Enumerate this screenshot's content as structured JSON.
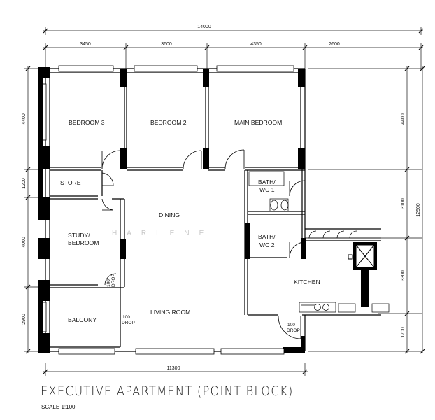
{
  "plan": {
    "title": "EXECUTIVE APARTMENT (POINT BLOCK)",
    "scale": "SCALE 1:100",
    "watermark": "HARLENE"
  },
  "rooms": {
    "bedroom3": "BEDROOM 3",
    "bedroom2": "BEDROOM 2",
    "main_bedroom": "MAIN BEDROOM",
    "store": "STORE",
    "dining": "DINING",
    "bath1": [
      "BATH/",
      "WC 1"
    ],
    "bath2": [
      "BATH/",
      "WC 2"
    ],
    "study": [
      "STUDY/",
      "BEDROOM"
    ],
    "kitchen": "KITCHEN",
    "balcony": "BALCONY",
    "living_room": "LIVING ROOM"
  },
  "drops": {
    "study_drop": [
      "100",
      "DROP"
    ],
    "living_drop": [
      "100",
      "DROP"
    ],
    "kitchen_drop": [
      "100",
      "DROP"
    ]
  },
  "dimensions": {
    "overall_width": "14000",
    "top": [
      "3450",
      "3600",
      "4350",
      "2600"
    ],
    "bottom": "11300",
    "left": [
      "4400",
      "1200",
      "4000",
      "2900"
    ],
    "right": [
      "4400",
      "3100",
      "3300",
      "1700"
    ],
    "overall_depth": "12500"
  },
  "colors": {
    "ink": "#111111",
    "wall": "#000000",
    "watermark": "#c8c8c8"
  }
}
